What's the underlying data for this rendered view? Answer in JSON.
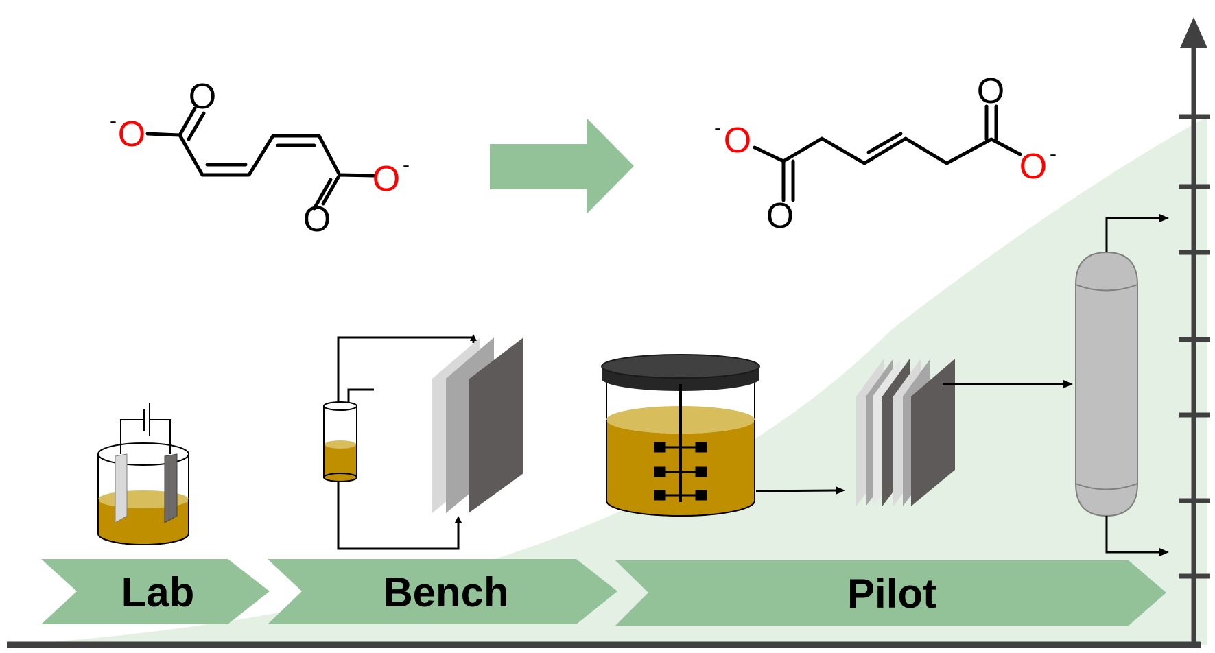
{
  "molecules": {
    "reactant": {
      "atoms": {
        "o_top_left": "O",
        "o_top_right": "O",
        "o_bottom_left": "O",
        "o_bottom_right": "O"
      },
      "charges": {
        "left": "-",
        "right": "-"
      }
    },
    "product": {
      "atoms": {
        "o_top_left": "O",
        "o_top_right": "O",
        "o_bottom_left": "O",
        "o_bottom_right": "O"
      },
      "charges": {
        "left": "-",
        "right": "-"
      }
    }
  },
  "stages": [
    {
      "label": "Lab"
    },
    {
      "label": "Bench"
    },
    {
      "label": "Pilot"
    }
  ],
  "colors": {
    "stage_arrow": "#93c198",
    "background_curve": "#e5f0e4",
    "electrolyte": "#bf8f00",
    "electrolyte_top": "#d8bd5c",
    "oxygen": "#ff0000",
    "bond": "#000000",
    "plate_dark": "#5f5a5a",
    "plate_mid": "#a6a6a6",
    "plate_light": "#d9d9d9",
    "column": "#bfbfbf",
    "axis": "#404040"
  },
  "icons": [
    "cell-battery-icon",
    "beaker-icon",
    "flow-cell-icon",
    "stirred-reactor-icon",
    "electrolyzer-stack-icon",
    "distillation-column-icon"
  ]
}
